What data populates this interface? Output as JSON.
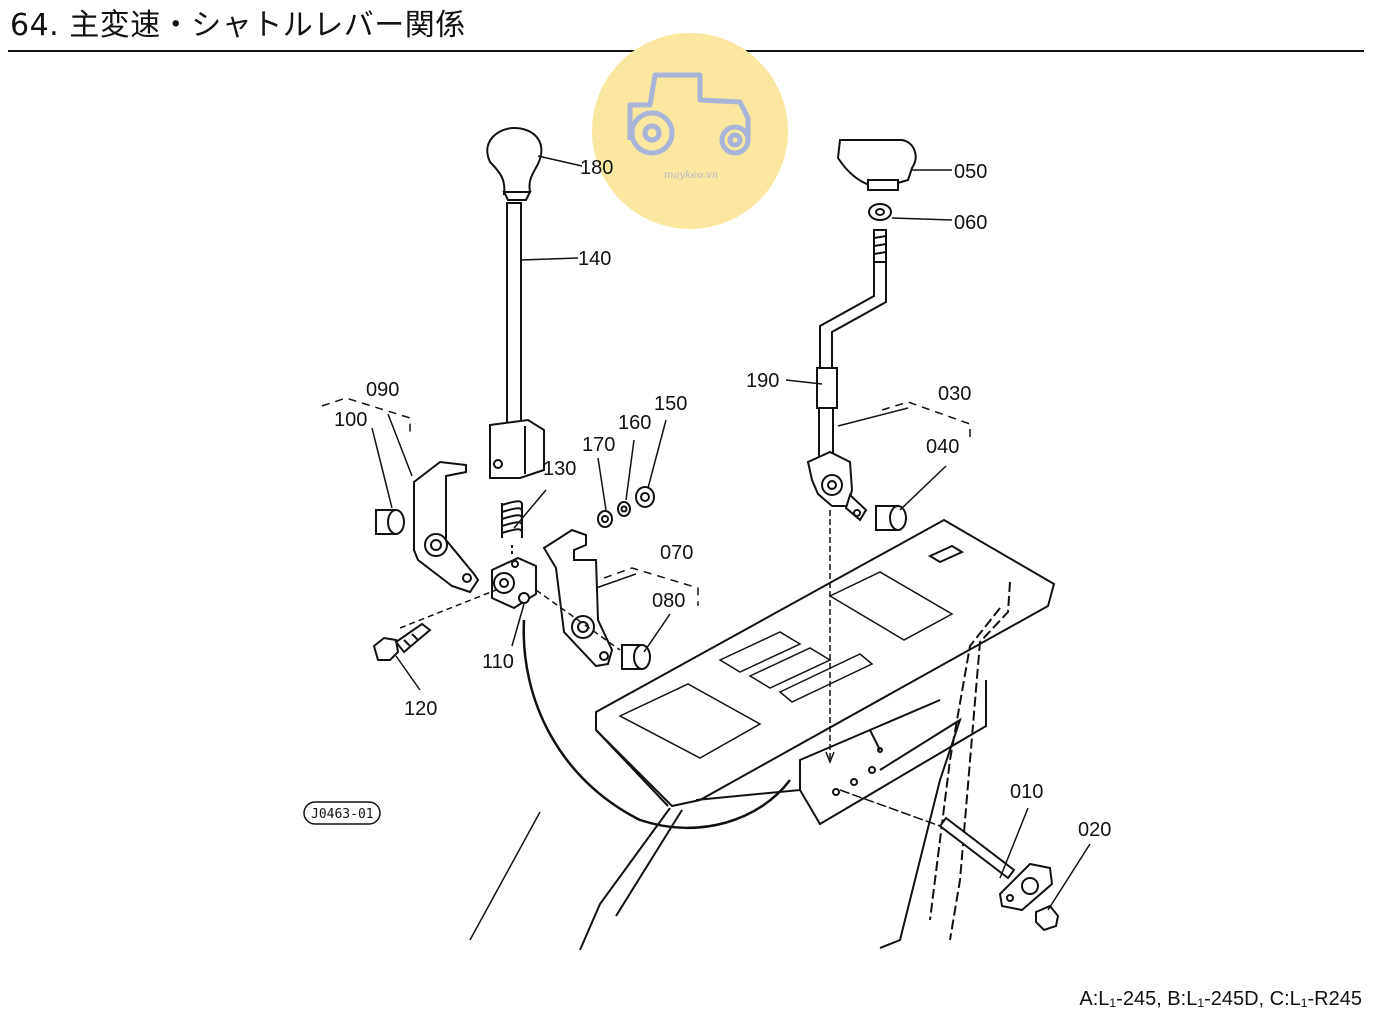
{
  "header": {
    "title": "64. 主変速・シャトルレバー関係"
  },
  "footer": {
    "models": "A:L₁-245, B:L₁-245D, C:L₁-R245"
  },
  "watermark": {
    "text": "maykeo.vn",
    "circle_color": "#fbe8a0",
    "icon": "tractor-icon"
  },
  "drawing_code": "J0463-01",
  "parts": {
    "p010": "010",
    "p020": "020",
    "p030": "030",
    "p040": "040",
    "p050": "050",
    "p060": "060",
    "p070": "070",
    "p080": "080",
    "p090": "090",
    "p100": "100",
    "p110": "110",
    "p120": "120",
    "p130": "130",
    "p140": "140",
    "p150": "150",
    "p160": "160",
    "p170": "170",
    "p180": "180",
    "p190": "190"
  }
}
